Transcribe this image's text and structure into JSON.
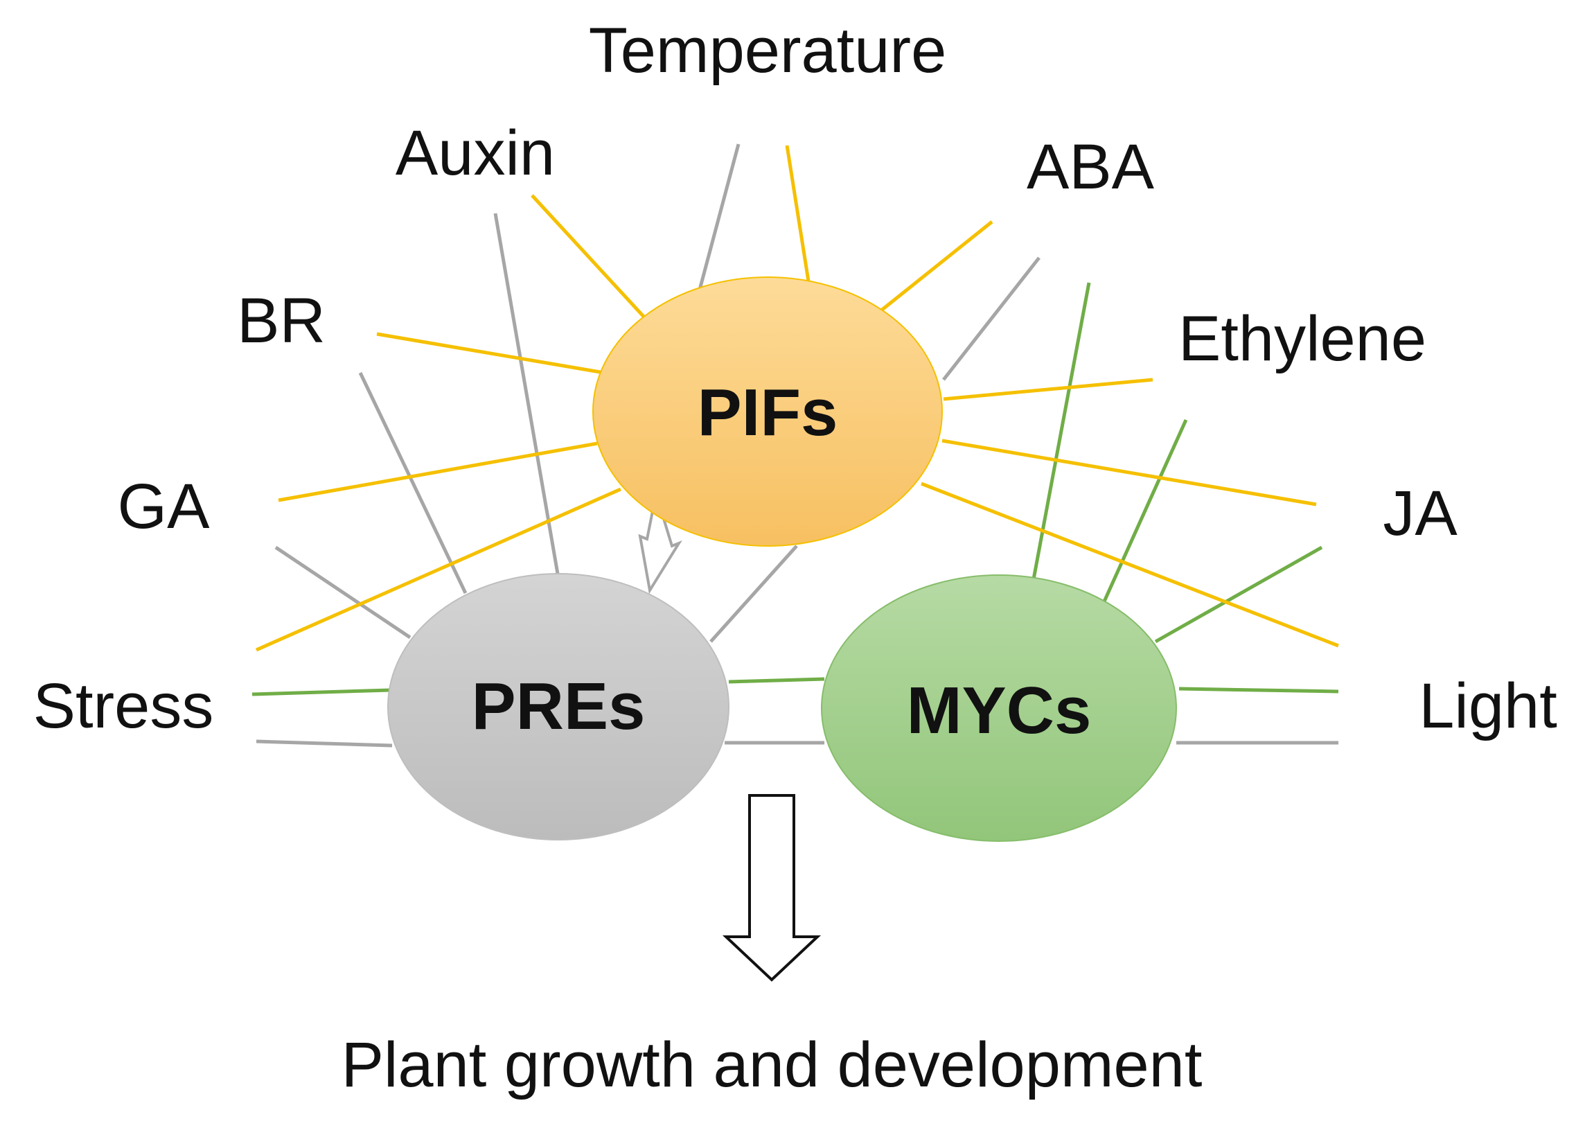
{
  "nodes": {
    "pifs": {
      "label": "PIFs",
      "color": "#F7C26B"
    },
    "pres": {
      "label": "PREs",
      "color": "#C4C4C4"
    },
    "mycs": {
      "label": "MYCs",
      "color": "#9DCB85"
    }
  },
  "signals": {
    "temperature": "Temperature",
    "auxin": "Auxin",
    "aba": "ABA",
    "br": "BR",
    "ethylene": "Ethylene",
    "ga": "GA",
    "ja": "JA",
    "stress": "Stress",
    "light": "Light"
  },
  "outcome": "Plant growth and development",
  "colors": {
    "pifs_lines": "#F5C000",
    "pres_lines": "#A6A6A6",
    "mycs_lines": "#70AD47"
  }
}
